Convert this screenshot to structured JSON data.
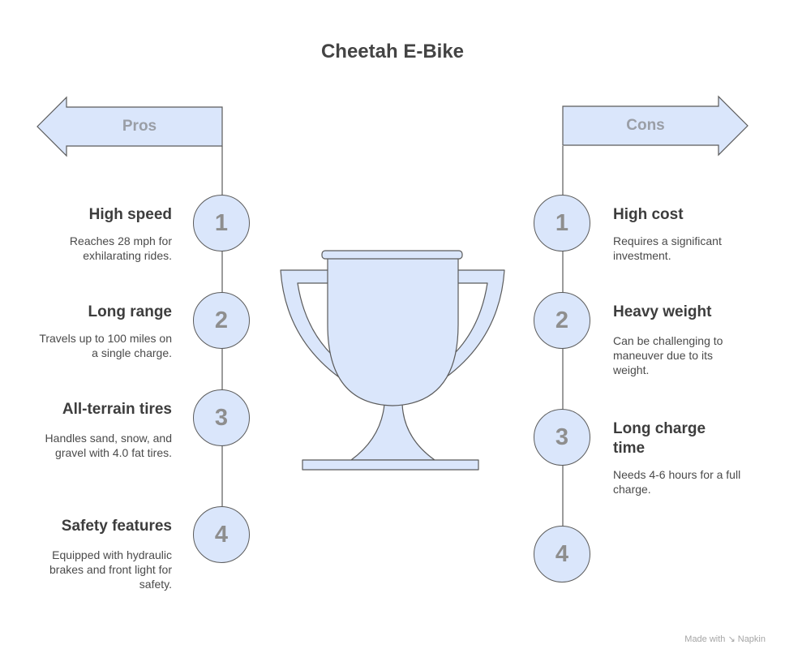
{
  "title": "Cheetah E-Bike",
  "pros": {
    "label": "Pros",
    "items": [
      {
        "number": "1",
        "title": "High speed",
        "description": "Reaches 28 mph for exhilarating rides."
      },
      {
        "number": "2",
        "title": "Long range",
        "description": "Travels up to 100 miles on a single charge."
      },
      {
        "number": "3",
        "title": "All-terrain tires",
        "description": "Handles sand, snow, and gravel with 4.0 fat tires."
      },
      {
        "number": "4",
        "title": "Safety features",
        "description": "Equipped with hydraulic brakes and front light for safety."
      }
    ]
  },
  "cons": {
    "label": "Cons",
    "items": [
      {
        "number": "1",
        "title": "High cost",
        "description": "Requires a significant investment."
      },
      {
        "number": "2",
        "title": "Heavy weight",
        "description": "Can be challenging to maneuver due to its weight."
      },
      {
        "number": "3",
        "title": "Long charge time",
        "description": "Needs 4-6 hours for a full charge."
      },
      {
        "number": "4"
      }
    ]
  },
  "credit": "Made with ↘ Napkin",
  "colors": {
    "fill": "#dae6fb",
    "stroke": "#5b5b5b",
    "number": "#8e8e8e",
    "arrow_label": "#9a9ea6"
  },
  "icons": {
    "center": "trophy-icon"
  }
}
